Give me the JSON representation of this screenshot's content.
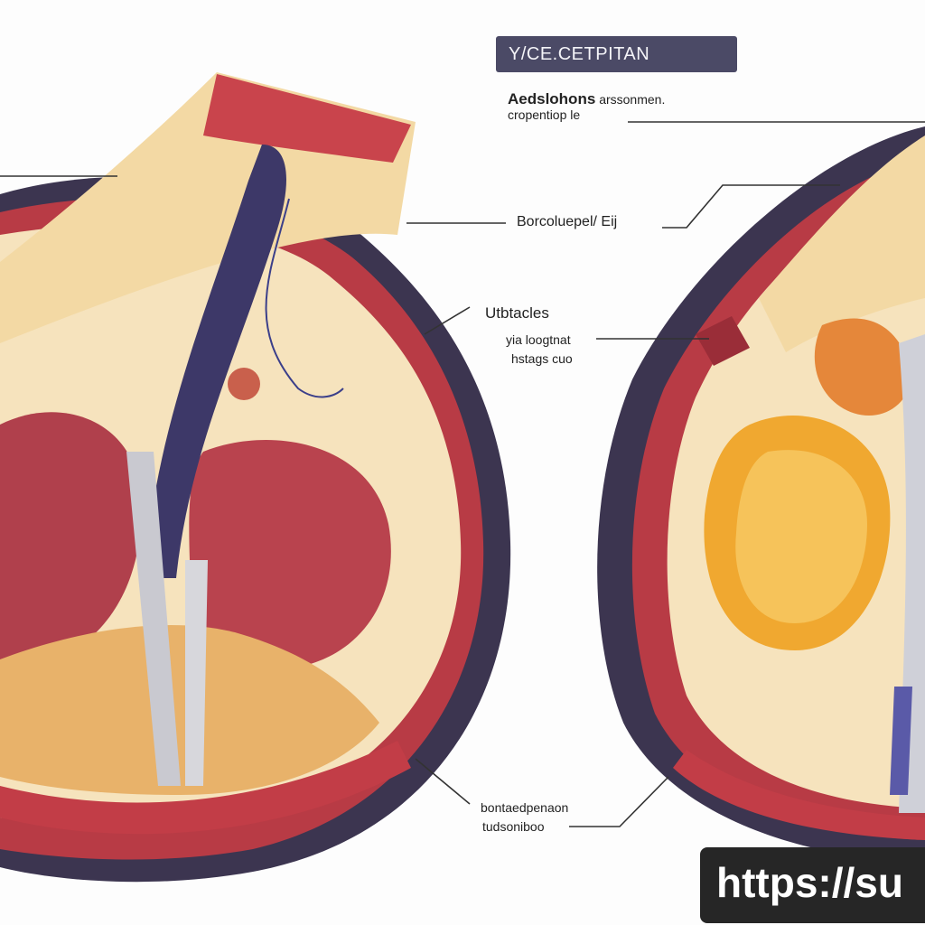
{
  "title": "Y/CE.CETPITAN",
  "labels": {
    "top_right_line1_bold": "Aedslohons",
    "top_right_line1_rest": "arssonmen.",
    "top_right_line2": "cropentiop le",
    "mid_right": "Borcoluepel/ Eij",
    "middle_title": "Utbtacles",
    "middle_line1": "yia loogtnat",
    "middle_line2": "hstags cuo",
    "bottom_line1": "bontaedpenaon",
    "bottom_line2": "tudsoniboo"
  },
  "watermark": "https://su",
  "colors": {
    "rim": "#3c3550",
    "muscle": "#b83b45",
    "fat": "#f3ddb0",
    "orange": "#f0a830",
    "vessel": "#3d3868"
  }
}
